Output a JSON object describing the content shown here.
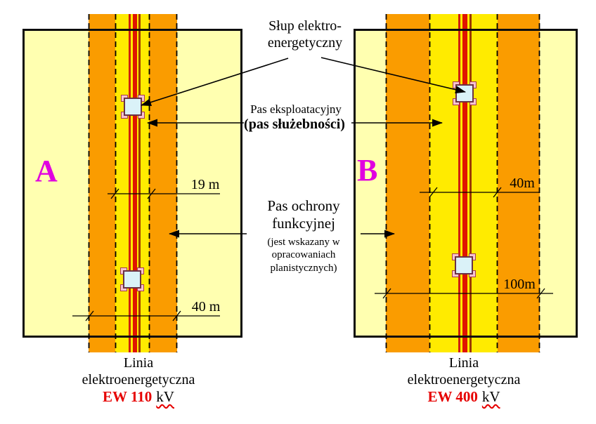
{
  "figure": {
    "pole_annotation": {
      "line1": "Słup elektro-",
      "line2": "energetyczny"
    },
    "exploitation_annotation": {
      "line1": "Pas eksploatacyjny",
      "line2": "(pas służebności)"
    },
    "protection_annotation": {
      "line1": "Pas ochrony",
      "line2": "funkcyjnej",
      "note_line1": "(jest wskazany w",
      "note_line2": "opracowaniach",
      "note_line3": "planistycznych)"
    }
  },
  "diagram_a": {
    "letter": "A",
    "inner_dimension": "19 m",
    "outer_dimension": "40 m",
    "caption": {
      "line1": "Linia",
      "line2": "elektroenergetyczna",
      "voltage": "EW 110",
      "unit": "kV"
    }
  },
  "diagram_b": {
    "letter": "B",
    "inner_dimension": "40m",
    "outer_dimension": "100m",
    "caption": {
      "line1": "Linia",
      "line2": "elektroenergetyczna",
      "voltage": "EW 400",
      "unit": "kV"
    }
  },
  "colors": {
    "functional_protection_band_orange": "#fa9c00",
    "exploitation_band_yellow": "#ffeb00",
    "protection_zone_pale_yellow": "#ffffb0",
    "power_line_red": "#e01400",
    "power_line_dark_red": "#9c3a00",
    "letter_magenta": "#e000e0",
    "voltage_red": "#e60000",
    "pole_fill_blue": "#daf2f8",
    "pole_border_pink": "#a83a50"
  }
}
